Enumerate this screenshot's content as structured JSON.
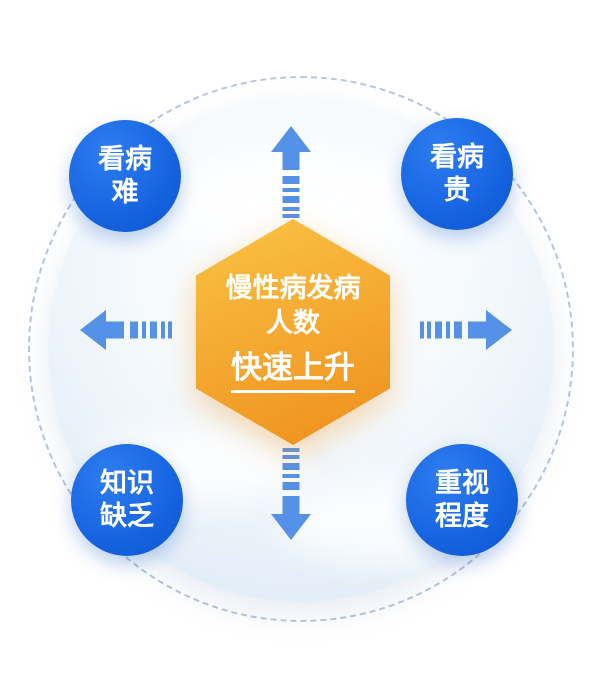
{
  "diagram": {
    "center_hexagon": {
      "line1": "慢性病发病",
      "line2": "人数",
      "emphasis": "快速上升"
    },
    "bubbles": [
      {
        "position": "top-left",
        "line1": "看病",
        "line2": "难"
      },
      {
        "position": "top-right",
        "line1": "看病",
        "line2": "贵"
      },
      {
        "position": "bottom-left",
        "line1": "知识",
        "line2": "缺乏"
      },
      {
        "position": "bottom-right",
        "line1": "重视",
        "line2": "程度"
      }
    ],
    "arrows": [
      {
        "direction": "up"
      },
      {
        "direction": "right"
      },
      {
        "direction": "down"
      },
      {
        "direction": "left"
      }
    ],
    "colors": {
      "bubble_blue": "#1563e0",
      "arrow_blue": "#5591e6",
      "hexagon_gradient_start": "#f9c344",
      "hexagon_gradient_end": "#ec8f1c",
      "disc_fill": "#e9f2fa",
      "ring_dash": "#b7c6da",
      "text": "#ffffff"
    }
  }
}
